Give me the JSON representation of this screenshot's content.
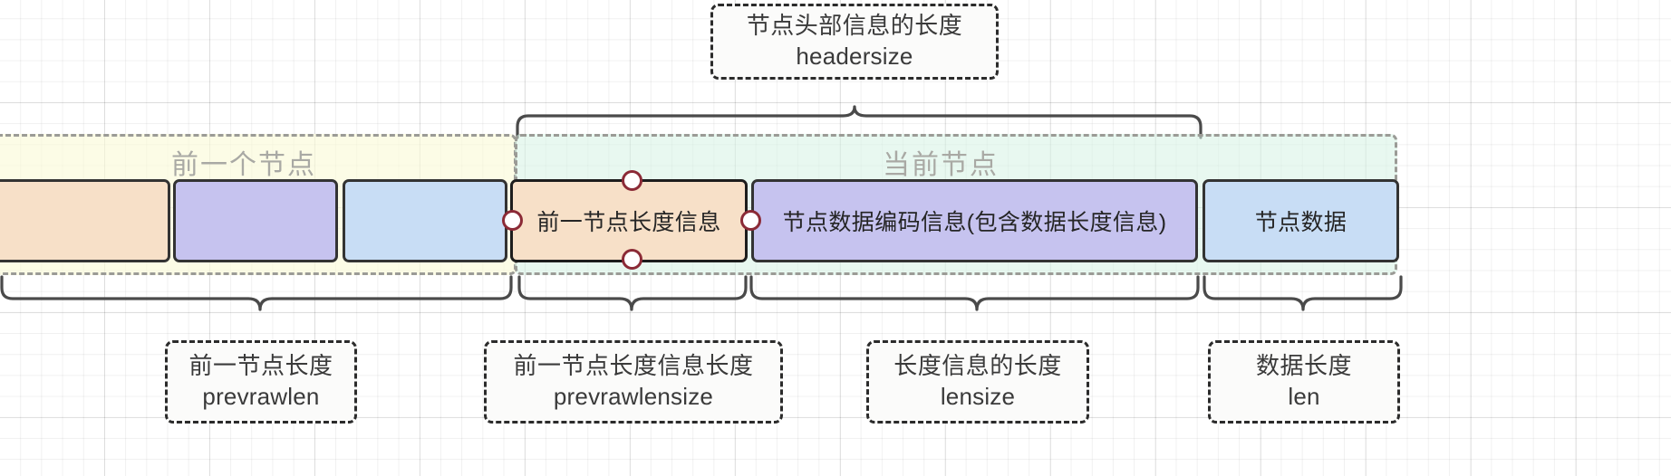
{
  "diagram": {
    "title": "ziplist entry layout",
    "grid": {
      "minor": 23,
      "major": 116,
      "color": "#ededed"
    }
  },
  "colors": {
    "peach": "#f7e0c8",
    "purple": "#c6c3ef",
    "blue": "#c8ddf5",
    "outline": "#333333",
    "scope_prev_fill": "#fafad6",
    "scope_cur_fill": "#d6f3e4",
    "scope_border": "#9b9b96",
    "callout_border": "#2b2b2b",
    "handle_border": "#8b2a36",
    "brace": "#4a4a4a"
  },
  "scopes": [
    {
      "id": "prev-node",
      "label": "前一个节点"
    },
    {
      "id": "current-node",
      "label": "当前节点"
    }
  ],
  "blocks": [
    {
      "id": "prev-b1",
      "label": "",
      "color": "peach",
      "selected": false
    },
    {
      "id": "prev-b2",
      "label": "",
      "color": "purple",
      "selected": false
    },
    {
      "id": "prev-b3",
      "label": "",
      "color": "blue",
      "selected": false
    },
    {
      "id": "prevlen",
      "label": "前一节点长度信息",
      "color": "peach",
      "selected": true
    },
    {
      "id": "encoding",
      "label": "节点数据编码信息(包含数据长度信息)",
      "color": "purple",
      "selected": false
    },
    {
      "id": "data",
      "label": "节点数据",
      "color": "blue",
      "selected": false
    }
  ],
  "callouts": {
    "headersize": {
      "line1": "节点头部信息的长度",
      "line2": "headersize"
    },
    "prevrawlen": {
      "line1": "前一节点长度",
      "line2": "prevrawlen"
    },
    "prevrawlensize": {
      "line1": "前一节点长度信息长度",
      "line2": "prevrawlensize"
    },
    "lensize": {
      "line1": "长度信息的长度",
      "line2": "lensize"
    },
    "len": {
      "line1": "数据长度",
      "line2": "len"
    }
  },
  "watermark": {
    "text": ""
  }
}
